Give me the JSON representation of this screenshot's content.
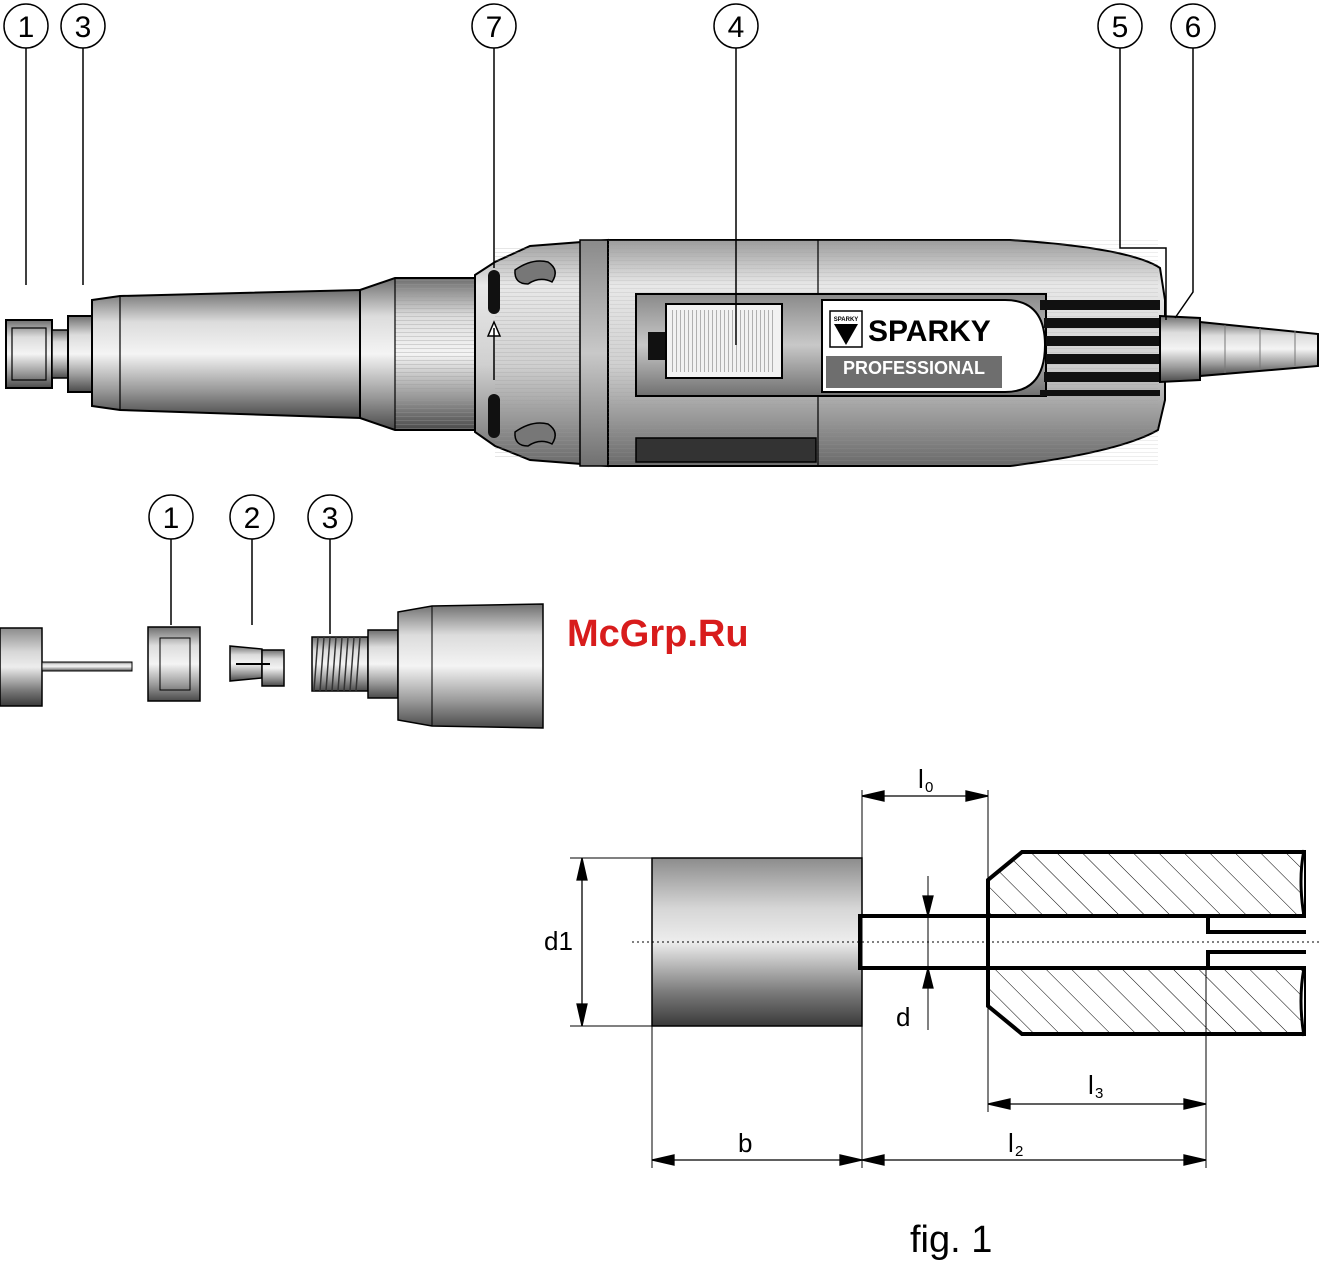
{
  "callouts_tool": [
    "1",
    "3",
    "7",
    "4",
    "5",
    "6"
  ],
  "callouts_parts": [
    "1",
    "2",
    "3"
  ],
  "logo": {
    "brand": "SPARKY",
    "sub": "PROFESSIONAL",
    "mini": "SPARKY"
  },
  "watermark": "McGrp.Ru",
  "dimensions": {
    "d1": "d1",
    "d": "d",
    "b": "b",
    "l0_main": "l",
    "l0_sub": "0",
    "l2_main": "l",
    "l2_sub": "2",
    "l3_main": "l",
    "l3_sub": "3"
  },
  "caption": "fig. 1"
}
